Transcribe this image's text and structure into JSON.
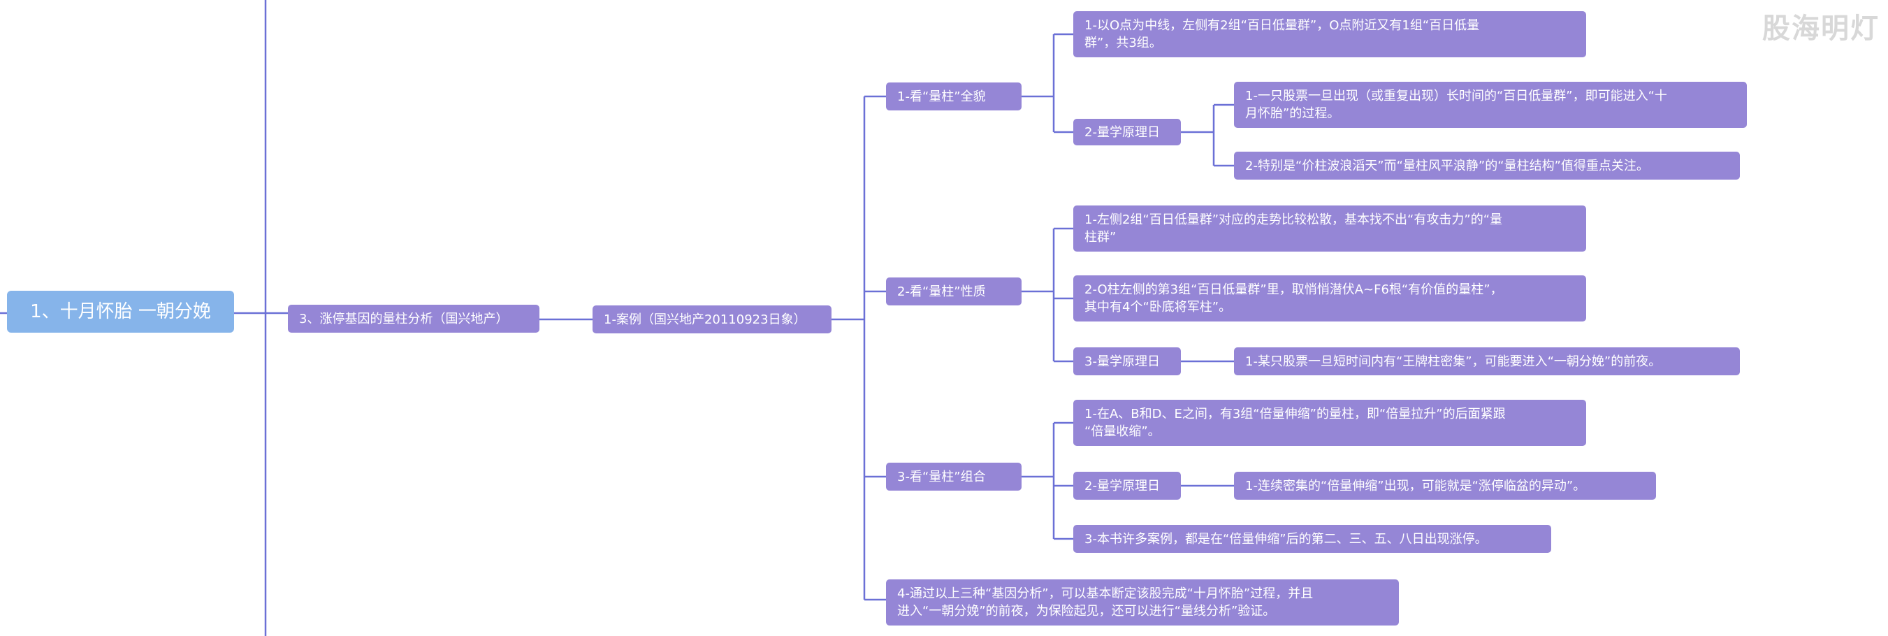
{
  "watermark": "股海明灯",
  "mindmap": {
    "root": "1、十月怀胎 一朝分娩",
    "level1": "3、涨停基因的量柱分析（国兴地产）",
    "level2": "1-案例（国兴地产20110923日象）",
    "branch1": {
      "label": "1-看“量柱”全貌",
      "item1": "1-以O点为中线，左侧有2组“百日低量群”，O点附近又有1组“百日低量\n群”，共3组。",
      "item2": {
        "label": "2-量学原理日",
        "item1": "1-一只股票一旦出现（或重复出现）长时间的“百日低量群”，即可能进入“十\n月怀胎”的过程。",
        "item2": "2-特别是“价柱波浪滔天”而“量柱风平浪静”的“量柱结构”值得重点关注。"
      }
    },
    "branch2": {
      "label": "2-看“量柱”性质",
      "item1": "1-左侧2组“百日低量群”对应的走势比较松散，基本找不出“有攻击力”的“量\n柱群”",
      "item2": "2-O柱左侧的第3组“百日低量群”里，取悄悄潜伏A~F6根“有价值的量柱”，\n其中有4个“卧底将军柱”。",
      "item3": {
        "label": "3-量学原理日",
        "item1": "1-某只股票一旦短时间内有“王牌柱密集”，可能要进入“一朝分娩”的前夜。"
      }
    },
    "branch3": {
      "label": "3-看“量柱”组合",
      "item1": "1-在A、B和D、E之间，有3组“倍量伸缩”的量柱，即“倍量拉升”的后面紧跟\n“倍量收缩”。",
      "item2": {
        "label": "2-量学原理日",
        "item1": "1-连续密集的“倍量伸缩”出现，可能就是“涨停临盆的异动”。"
      },
      "item3": "3-本书许多案例，都是在“倍量伸缩”后的第二、三、五、八日出现涨停。"
    },
    "branch4": {
      "label": "4-通过以上三种“基因分析”，可以基本断定该股完成“十月怀胎”过程，并且\n进入“一朝分娩”的前夜，为保险起见，还可以进行“量线分析”验证。"
    }
  }
}
